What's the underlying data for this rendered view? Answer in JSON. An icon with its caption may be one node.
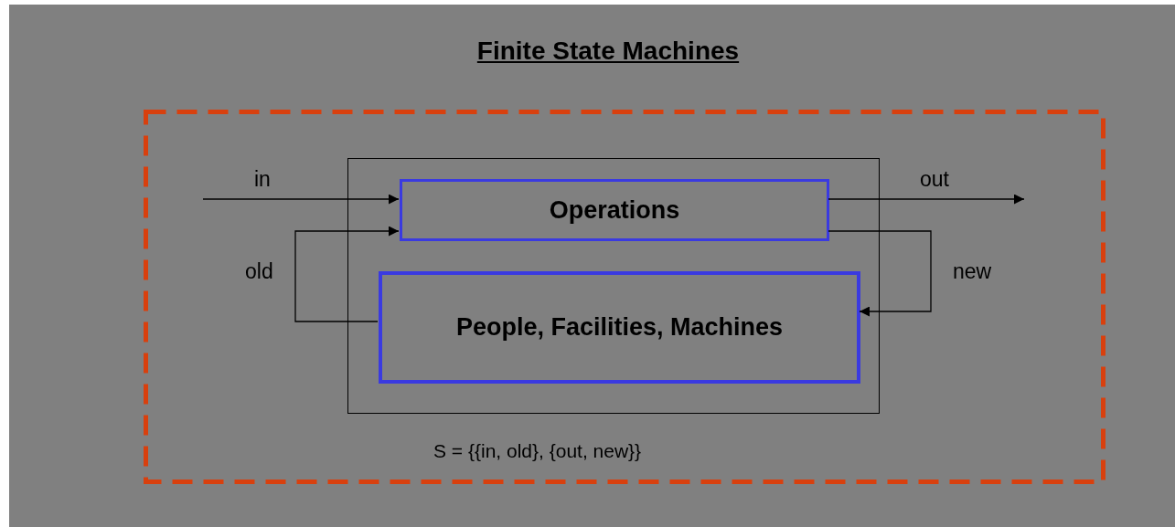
{
  "diagram": {
    "title": "Finite State Machines",
    "nodes": [
      {
        "text": [],
        "shape": "box"
      },
      {
        "text": [],
        "shape": "box",
        "in": 0
      },
      {
        "text": [
          "Operations"
        ],
        "in": 1
      },
      {
        "text": [
          "People, Facilities, Machines"
        ],
        "in": 1
      }
    ],
    "edges": [
      {
        "from": null,
        "to": 2,
        "arrow": "to",
        "label": "in"
      },
      {
        "from": 2,
        "to": null,
        "arrow": "to",
        "label": "out"
      },
      {
        "from": 3,
        "to": 2,
        "arrow": "to",
        "label": "old"
      },
      {
        "from": 2,
        "to": 3,
        "arrow": "to",
        "label": "new"
      }
    ],
    "labels": [
      "S = {{in, old}, {out, new}}"
    ]
  }
}
